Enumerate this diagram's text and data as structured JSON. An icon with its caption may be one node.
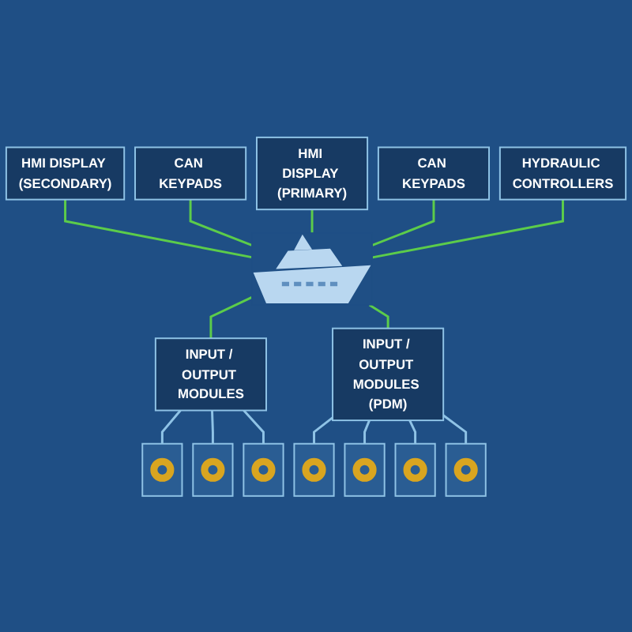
{
  "diagram": {
    "nodes": [
      {
        "text": [
          "HMI DISPLAY (SECONDARY)"
        ]
      },
      {
        "text": [
          "CAN KEYPADS"
        ]
      },
      {
        "text": [
          "HMI DISPLAY (PRIMARY)"
        ]
      },
      {
        "text": [
          "CAN KEYPADS"
        ]
      },
      {
        "text": [
          "HYDRAULIC CONTROLLERS"
        ]
      },
      {
        "text": [],
        "shape": "picture"
      },
      {
        "text": [
          "INPUT / OUTPUT MODULES"
        ]
      },
      {
        "text": [],
        "shape": "picture"
      },
      {
        "text": [],
        "shape": "picture"
      },
      {
        "text": [],
        "shape": "picture"
      },
      {
        "text": [
          "INPUT / OUTPUT MODULES (PDM)"
        ]
      },
      {
        "text": [],
        "shape": "picture"
      },
      {
        "text": [],
        "shape": "picture"
      },
      {
        "text": [],
        "shape": "picture"
      },
      {
        "text": [],
        "shape": "picture"
      }
    ],
    "edges": [
      {
        "from": 0,
        "to": 5,
        "arrow": "none",
        "color": "#5ccc4a"
      },
      {
        "from": 1,
        "to": 5,
        "arrow": "none",
        "color": "#5ccc4a"
      },
      {
        "from": 2,
        "to": 5,
        "arrow": "none",
        "color": "#5ccc4a"
      },
      {
        "from": 3,
        "to": 5,
        "arrow": "none",
        "color": "#5ccc4a"
      },
      {
        "from": 4,
        "to": 5,
        "arrow": "none",
        "color": "#5ccc4a"
      },
      {
        "from": 6,
        "to": 5,
        "arrow": "none",
        "color": "#5ccc4a"
      },
      {
        "from": 10,
        "to": 5,
        "arrow": "none",
        "color": "#5ccc4a"
      },
      {
        "from": 7,
        "to": 6,
        "arrow": "none",
        "color": "#8fc3e6"
      },
      {
        "from": 8,
        "to": 6,
        "arrow": "none",
        "color": "#8fc3e6"
      },
      {
        "from": 9,
        "to": 6,
        "arrow": "none",
        "color": "#8fc3e6"
      },
      {
        "from": 11,
        "to": 10,
        "arrow": "none",
        "color": "#8fc3e6"
      },
      {
        "from": 12,
        "to": 10,
        "arrow": "none",
        "color": "#8fc3e6"
      },
      {
        "from": 13,
        "to": 10,
        "arrow": "none",
        "color": "#8fc3e6"
      },
      {
        "from": 14,
        "to": 10,
        "arrow": "none",
        "color": "#8fc3e6"
      }
    ]
  }
}
